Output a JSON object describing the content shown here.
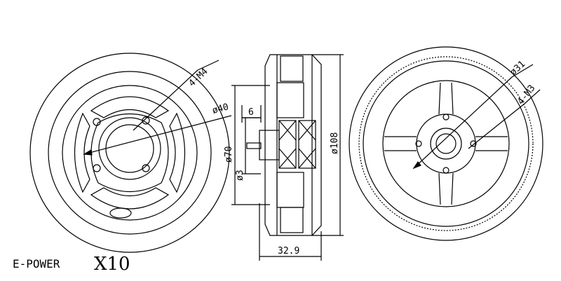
{
  "title": {
    "brand": "E-POWER",
    "model": "X10"
  },
  "front_view": {
    "bolt_label": "4-M4",
    "diameter_label": "ø40"
  },
  "side_view": {
    "dim_6": "6",
    "dim_70": "ø70",
    "dim_3": "ø3",
    "dim_108": "ø108",
    "dim_width": "32.9"
  },
  "rear_view": {
    "diameter_label": "ø31",
    "bolt_label": "4-M3"
  }
}
